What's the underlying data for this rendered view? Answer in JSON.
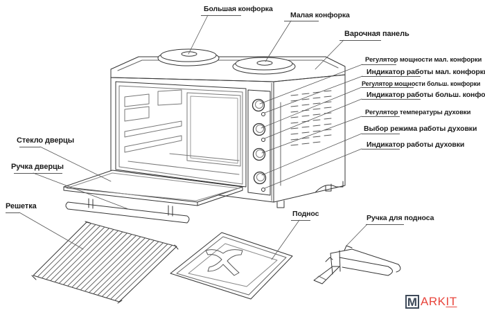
{
  "diagram": {
    "subject": "Electric mini oven with hotplates — parts layout",
    "labels": {
      "big_burner": "Большая конфорка",
      "small_burner": "Малая конфорка",
      "cooking_panel": "Варочная панель",
      "small_power_regulator": "Регулятор мощности мал. конфорки",
      "small_indicator": "Индикатор работы  мал. конфорки",
      "big_power_regulator": "Регулятор мощности больш. конфорки",
      "big_indicator": "Индикатор работы  больш. конфорки",
      "temp_regulator": "Регулятор температуры духовки",
      "mode_selector": "Выбор режима работы духовки",
      "oven_indicator": "Индикатор работы духовки",
      "door_glass": "Стекло дверцы",
      "door_handle": "Ручка дверцы",
      "grill_rack": "Решетка",
      "tray": "Поднос",
      "tray_handle": "Ручка для подноса"
    },
    "colors": {
      "line": "#333333",
      "text": "#1a1a1a",
      "logo_box": "#3e4a5a",
      "logo_text": "#e8453c"
    }
  },
  "watermark": {
    "box_letter": "M",
    "text_main": "ARK",
    "text_underlined": "IT"
  }
}
